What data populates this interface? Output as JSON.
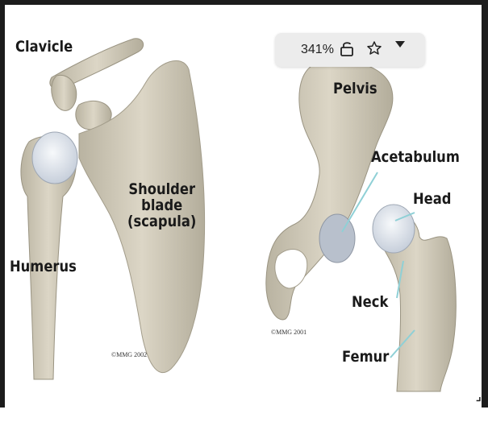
{
  "toolbar": {
    "zoom_label": "341%",
    "lock_icon": "unlock-icon",
    "star_icon": "star-icon",
    "menu_icon": "triangle-down-icon"
  },
  "labels": {
    "clavicle": "Clavicle",
    "shoulder_blade": [
      "Shoulder",
      "blade",
      "(scapula)"
    ],
    "humerus": "Humerus",
    "pelvis": "Pelvis",
    "acetabulum": "Acetabulum",
    "head": "Head",
    "neck": "Neck",
    "femur": "Femur"
  },
  "copyright": {
    "left": "©MMG 2002",
    "right": "©MMG 2001"
  },
  "colors": {
    "bone": "#d6d0bf",
    "bone_shadow": "#a9a391",
    "cartilage": "#e9eef5",
    "pointer": "#8fd0d6"
  }
}
